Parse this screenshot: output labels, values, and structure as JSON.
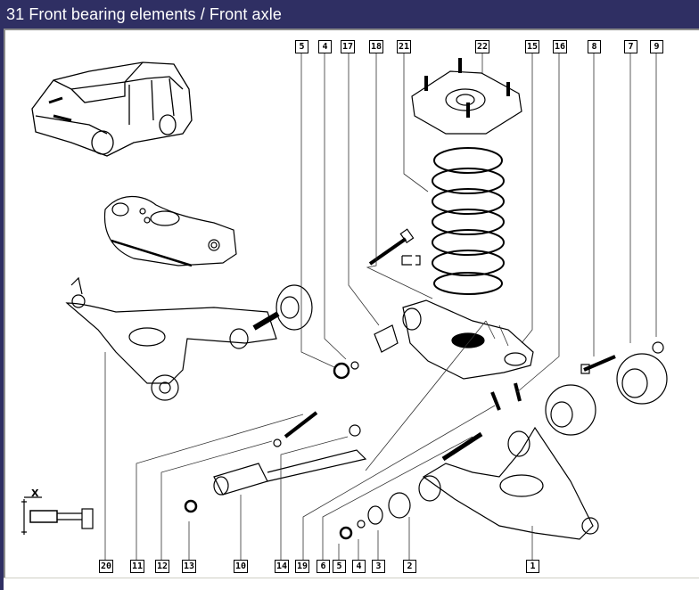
{
  "window": {
    "title": "31 Front bearing elements / Front axle"
  },
  "diagram": {
    "top_callouts": [
      "5",
      "4",
      "17",
      "18",
      "21",
      "22",
      "15",
      "16",
      "8",
      "7",
      "9"
    ],
    "bottom_callouts": [
      "20",
      "11",
      "12",
      "13",
      "10",
      "14",
      "19",
      "6",
      "5",
      "4",
      "3",
      "2",
      "1"
    ],
    "bolt_dimension_label": "X"
  },
  "icons": {
    "vehicle": "minivan-illustration",
    "spring": "coil-spring",
    "mount": "strut-top-mount",
    "upper_arm": "upper-wishbone",
    "lower_arm": "lower-wishbone",
    "tie_rod": "tension-strut",
    "bolt": "bolt-dimension"
  },
  "colors": {
    "title_bar": "#2f2f63",
    "title_text": "#ffffff",
    "canvas": "#ffffff",
    "ink": "#000000"
  }
}
